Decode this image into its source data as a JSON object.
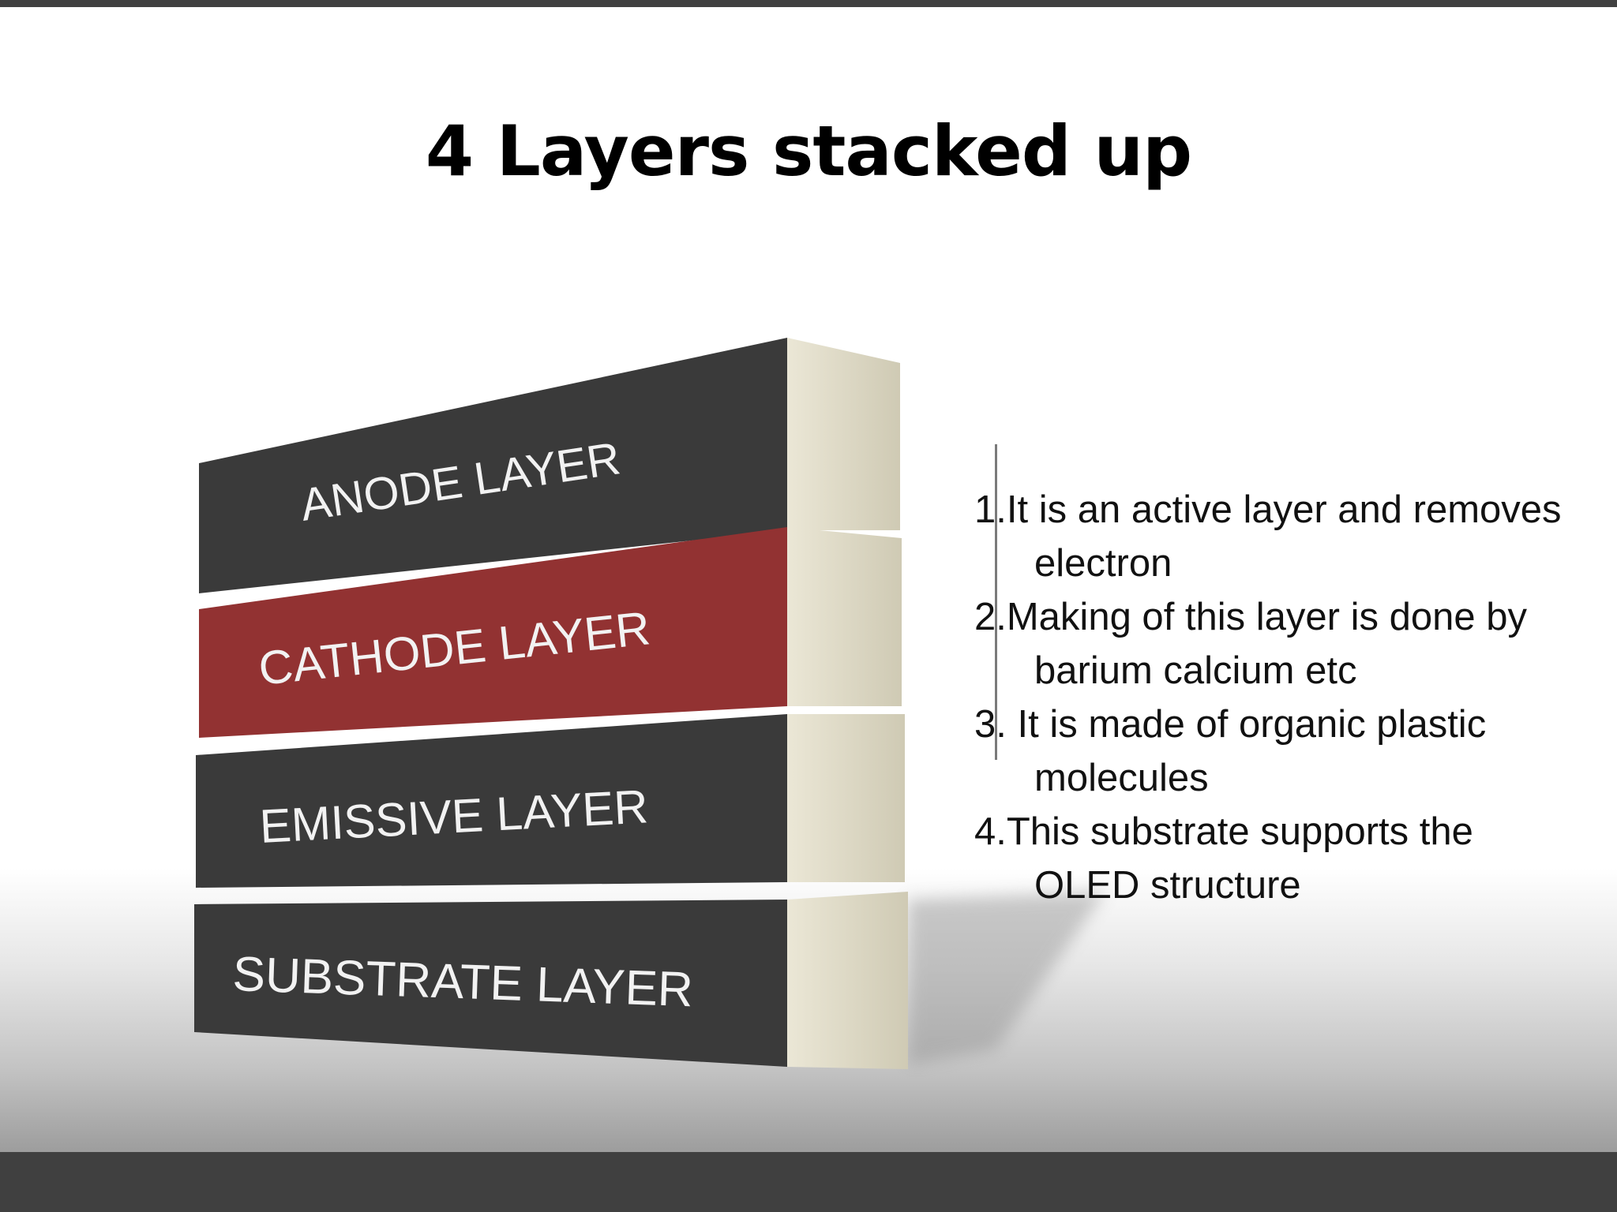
{
  "slide": {
    "title": "4 Layers stacked up"
  },
  "layers": [
    {
      "label": "ANODE LAYER",
      "color": "#3a3a3a"
    },
    {
      "label": "CATHODE LAYER",
      "color": "#923232"
    },
    {
      "label": "EMISSIVE LAYER",
      "color": "#3a3a3a"
    },
    {
      "label": "SUBSTRATE LAYER",
      "color": "#3a3a3a"
    }
  ],
  "side_color": "#d8d4c2",
  "notes": [
    "1.It is an active layer and removes electron",
    "2.Making of this layer is done by barium calcium etc",
    "3. It is made of organic plastic molecules",
    "4.This substrate supports the OLED structure"
  ]
}
